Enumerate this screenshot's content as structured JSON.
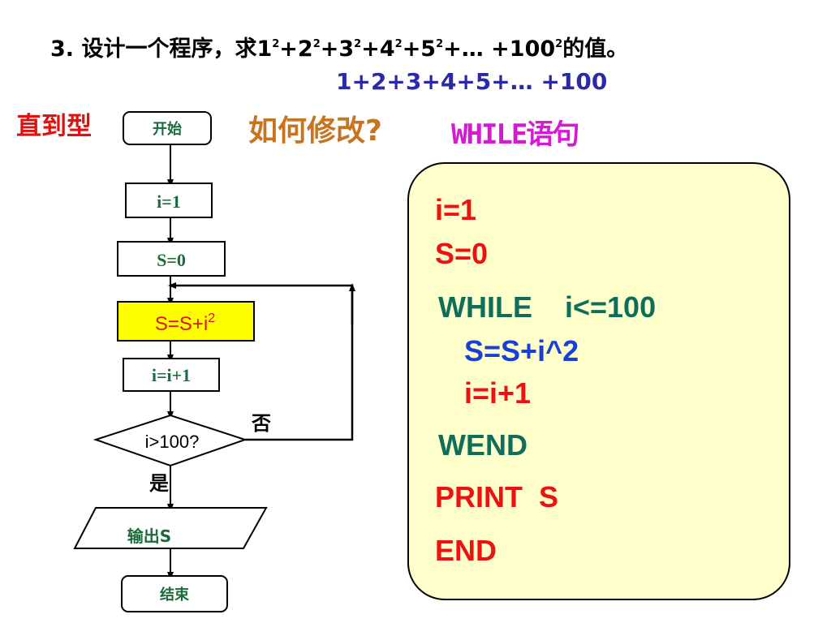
{
  "title": {
    "prefix": "3. 设计一个程序，求1",
    "sup": "2",
    "parts": [
      "+2",
      "+3",
      "+4",
      "+5",
      "+… +100"
    ],
    "suffix": "的值。"
  },
  "subtitle": "1+2+3+4+5+… +100",
  "type_label": "直到型",
  "how_label": "如何修改?",
  "while_label": "WHILE语句",
  "flowchart": {
    "start": "开始",
    "init_i": "i=1",
    "init_s": "S=0",
    "accumulate": "S=S+i",
    "accumulate_sup": "2",
    "increment": "i=i+1",
    "condition": "i>100?",
    "no_label": "否",
    "yes_label": "是",
    "output": "输出S",
    "end": "结束"
  },
  "code": {
    "line1": "i=1",
    "line2": "S=0",
    "line3_kw": "WHILE",
    "line3_cond": "i<=100",
    "line4": "S=S+i^2",
    "line5": "i=i+1",
    "line6": "WEND",
    "line7": "PRINT  S",
    "line8": "END"
  },
  "colors": {
    "title": "#000000",
    "subtitle": "#2a2aa8",
    "type_label": "#e31010",
    "how_label": "#c8741e",
    "while_label": "#d41ad4",
    "code_red": "#ee1111",
    "code_teal": "#0f6e59",
    "code_blue": "#1a3fd6",
    "code_box_fill": "#ffffcc",
    "highlight_fill": "#ffff00",
    "flow_text": "#1a6b3a"
  }
}
